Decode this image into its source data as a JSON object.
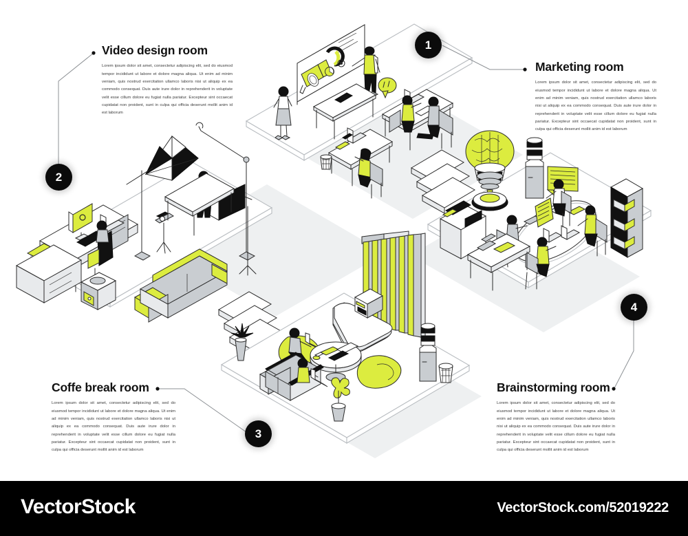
{
  "meta": {
    "accent_color": "#DCEC3F",
    "line_color": "#2b2b2b",
    "grey_fill": "#c9cdd1",
    "light_grey": "#e8eaec",
    "dark": "#111111",
    "background": "#ffffff"
  },
  "sections": [
    {
      "number": "1",
      "title": "Marketing room",
      "body": "Lorem ipsum dolor sit amet, consectetur adipiscing elit, sed do eiusmod tempor incididunt ut labore et dolore magna aliqua. Ut enim ad minim veniam, quis nostrud exercitation ullamco laboris nisi ut aliquip ex ea commodo consequat. Duis aute irure dolor in reprehenderit in voluptate velit esse cillum dolore eu fugiat nulla pariatur. Excepteur sint occaecat cupidatat non proident, sunt in culpa qui officia deserunt mollit anim id est laborum"
    },
    {
      "number": "2",
      "title": "Video design room",
      "body": "Lorem ipsum dolor sit amet, consectetur adipiscing elit, sed do eiusmod tempor incididunt ut labore et dolore magna aliqua. Ut enim ad minim veniam, quis nostrud exercitation ullamco laboris nisi ut aliquip ex ea commodo consequat. Duis aute irure dolor in reprehenderit in voluptate velit esse cillum dolore eu fugiat nulla pariatur. Excepteur sint occaecat cupidatat non proident, sunt in culpa qui officia deserunt mollit anim id est laborum"
    },
    {
      "number": "3",
      "title": "Coffe break room",
      "body": "Lorem ipsum dolor sit amet, consectetur adipiscing elit, sed do eiusmod tempor incididunt ut labore et dolore magna aliqua. Ut enim ad minim veniam, quis nostrud exercitation ullamco laboris nisi ut aliquip ex ea commodo consequat. Duis aute irure dolor in reprehenderit in voluptate velit esse cillum dolore eu fugiat nulla pariatur. Excepteur sint occaecat cupidatat non proident, sunt in culpa qui officia deserunt mollit anim id est laborum"
    },
    {
      "number": "4",
      "title": "Brainstorming room",
      "body": "Lorem ipsum dolor sit amet, consectetur adipiscing elit, sed do eiusmod tempor incididunt ut labore et dolore magna aliqua. Ut enim ad minim veniam, quis nostrud exercitation ullamco laboris nisi ut aliquip ex ea commodo consequat. Duis aute irure dolor in reprehenderit in voluptate velit esse cillum dolore eu fugiat nulla pariatur. Excepteur sint occaecat cupidatat non proident, sunt in culpa qui officia deserunt mollit anim id est laborum"
    }
  ],
  "illustration": {
    "style": "isometric line art",
    "scenes": [
      {
        "name": "marketing-room",
        "objects": [
          "presentation-screen",
          "megaphone-graphic",
          "pie-chart-graphic",
          "presenter-person",
          "speech-bubble",
          "desk",
          "laptop",
          "monitor",
          "office-chair",
          "seated-worker",
          "coffee-table",
          "waste-basket",
          "standing-woman"
        ]
      },
      {
        "name": "video-design-room",
        "objects": [
          "umbrella-softbox-light",
          "boom-arm-light",
          "softbox-light",
          "camera-tripod",
          "standing-videographer",
          "editing-desk",
          "desktop-monitor",
          "laptop",
          "keyboard",
          "office-chair",
          "seated-editor",
          "sofa",
          "printer",
          "drawer-cabinet"
        ]
      },
      {
        "name": "coffe-break-room",
        "objects": [
          "vertical-blinds",
          "reception-counter",
          "coffee-machine",
          "bean-bag-chair",
          "seated-woman-laptop",
          "round-coffee-table",
          "sofa",
          "seated-man-laptop",
          "potted-plant",
          "flower-vase",
          "water-cooler",
          "waste-basket"
        ]
      },
      {
        "name": "brainstorming-room",
        "objects": [
          "giant-lightbulb-brain",
          "oval-conference-table",
          "laptops",
          "office-chairs",
          "four-seated-colleagues",
          "whiteboard-panel",
          "bookshelf",
          "sideboard-cabinet",
          "water-cooler",
          "bench-table"
        ]
      }
    ],
    "connectors": [
      "stairs-left",
      "stairs-center"
    ]
  },
  "footer": {
    "brand": "VectorStock",
    "url": "VectorStock.com/52019222"
  }
}
